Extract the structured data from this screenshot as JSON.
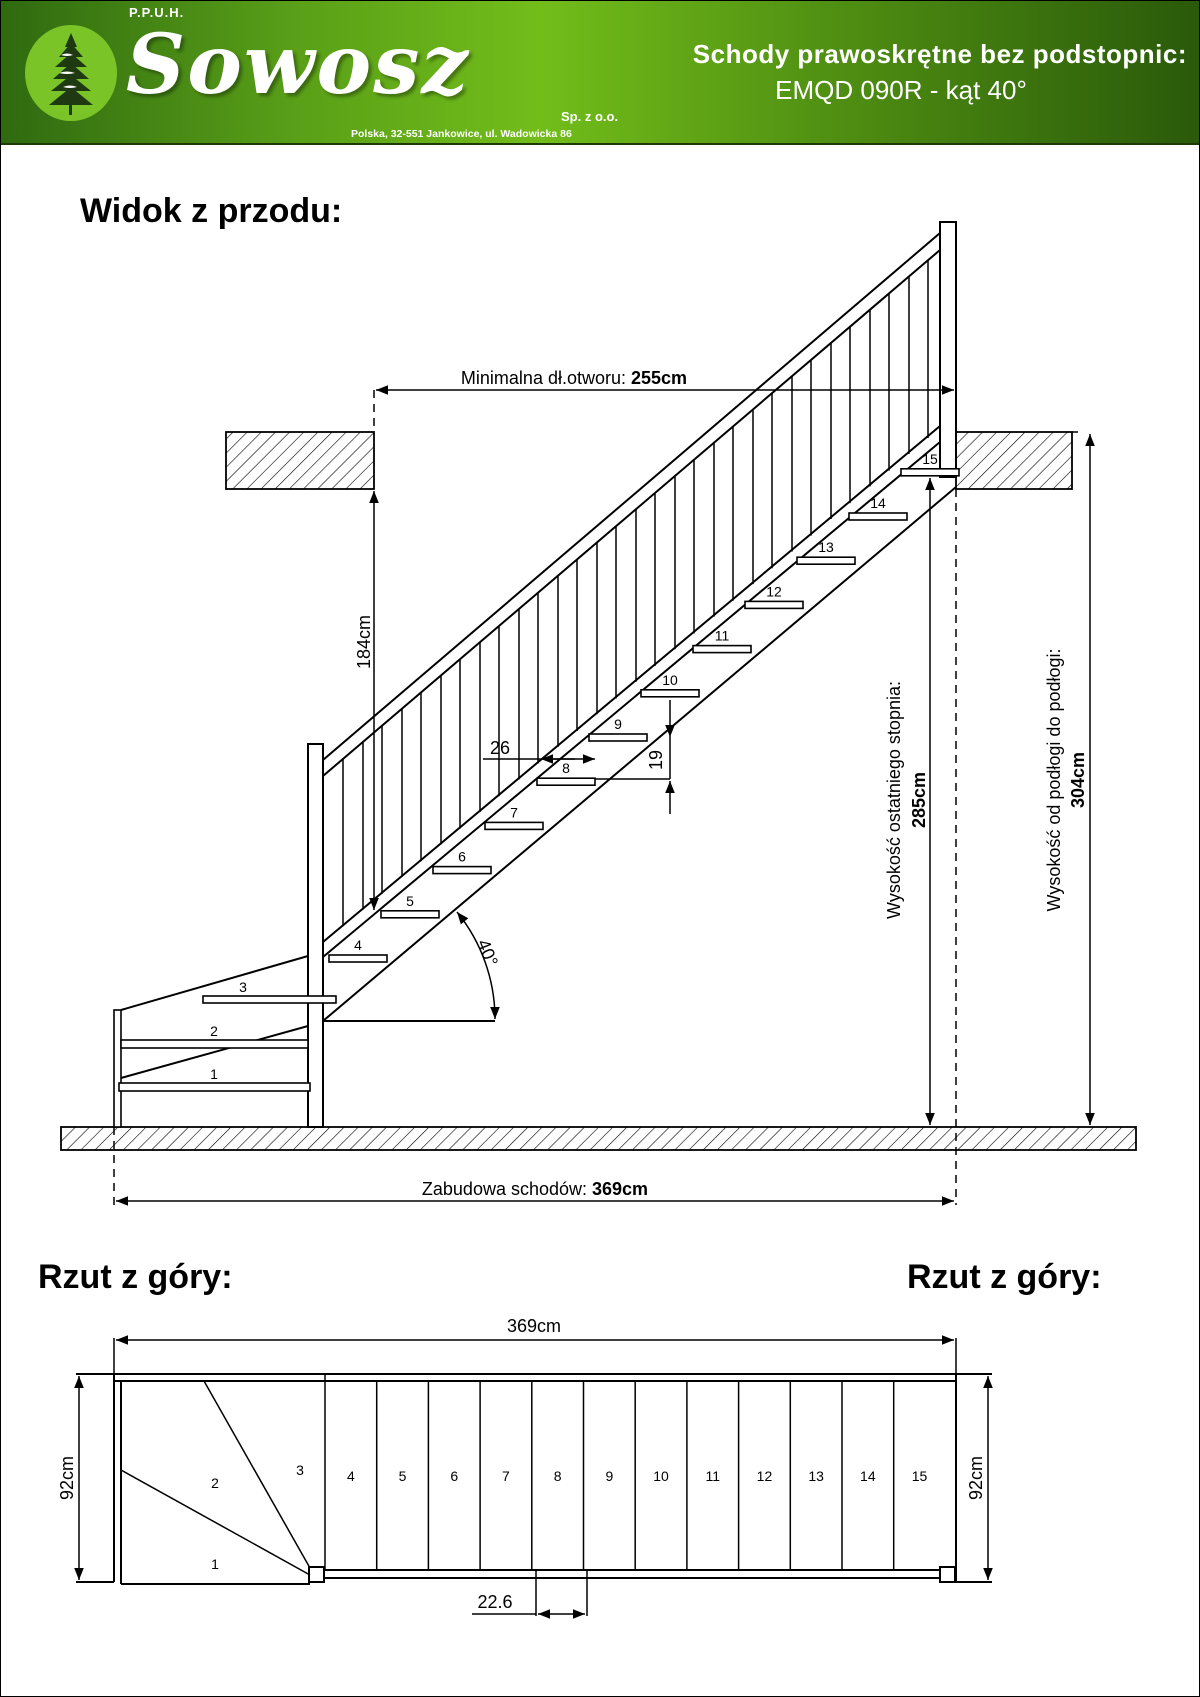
{
  "header": {
    "company_prefix": "P.P.U.H.",
    "company_name": "Sowosz",
    "company_suffix": "Sp. z o.o.",
    "address": "Polska, 32-551 Jankowice, ul. Wadowicka 86",
    "title_line1": "Schody prawoskrętne bez podstopnic:",
    "title_line2": "EMQD 090R - kąt 40°",
    "logo_icon": "fir-tree-icon",
    "colors": {
      "green_dark": "#2f6a10",
      "green_light": "#72bd1a",
      "logo_circle": "#7ac428"
    }
  },
  "front_view": {
    "heading": "Widok z przodu:",
    "opening_label": "Minimalna dł.otworu: ",
    "opening_value": "255cm",
    "headroom": "184cm",
    "tread_depth": "26",
    "riser_height": "19",
    "angle": "40°",
    "last_step_label": "Wysokość ostatniego stopnia:",
    "last_step_value": "285cm",
    "floor_to_floor_label": "Wysokość od podłogi do podłogi:",
    "floor_to_floor_value": "304cm",
    "footprint_label": "Zabudowa schodów: ",
    "footprint_value": "369cm",
    "step_numbers": [
      "1",
      "2",
      "3",
      "4",
      "5",
      "6",
      "7",
      "8",
      "9",
      "10",
      "11",
      "12",
      "13",
      "14",
      "15"
    ]
  },
  "top_view": {
    "heading_left": "Rzut z góry:",
    "heading_right": "Rzut z góry:",
    "length": "369cm",
    "width_left": "92cm",
    "width_right": "92cm",
    "step_width": "22.6",
    "step_numbers": [
      "1",
      "2",
      "3",
      "4",
      "5",
      "6",
      "7",
      "8",
      "9",
      "10",
      "11",
      "12",
      "13",
      "14",
      "15"
    ]
  }
}
